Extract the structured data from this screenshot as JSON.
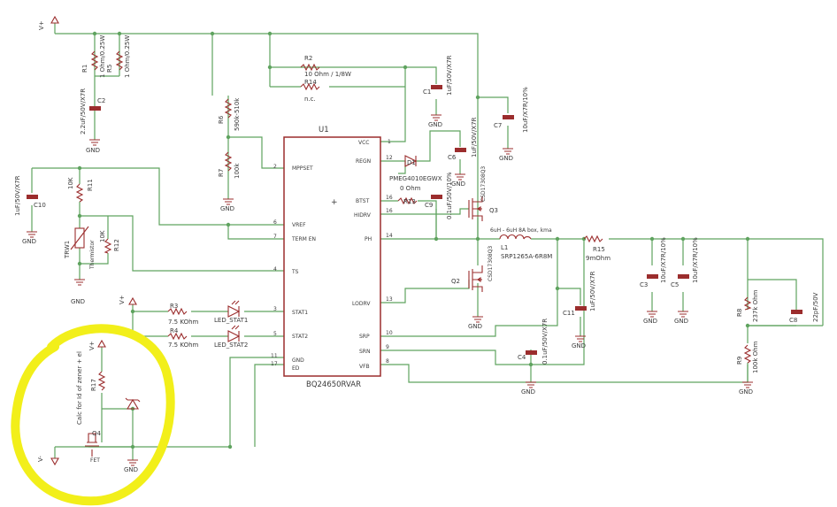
{
  "ic": {
    "ref": "U1",
    "part": "BQ24650RVAR",
    "left_pins": [
      {
        "name": "MPPSET",
        "num": "2"
      },
      {
        "name": "VREF",
        "num": "6"
      },
      {
        "name": "TERM EN",
        "num": "7"
      },
      {
        "name": "TS",
        "num": "4"
      },
      {
        "name": "STAT1",
        "num": "3"
      },
      {
        "name": "STAT2",
        "num": "5"
      },
      {
        "name": "GND",
        "num": "11"
      },
      {
        "name": "ED",
        "num": "17"
      }
    ],
    "right_pins": [
      {
        "name": "VCC",
        "num": "1"
      },
      {
        "name": "REGN",
        "num": "12"
      },
      {
        "name": "BTST",
        "num": "16"
      },
      {
        "name": "HIDRV",
        "num": "16"
      },
      {
        "name": "PH",
        "num": "14"
      },
      {
        "name": "LODRV",
        "num": "13"
      },
      {
        "name": "SRP",
        "num": "10"
      },
      {
        "name": "SRN",
        "num": "9"
      },
      {
        "name": "VFB",
        "num": "8"
      }
    ]
  },
  "rails": {
    "vplus": "V+",
    "vminus": "V-",
    "gnd": "GND"
  },
  "labels": {
    "r1": "R1",
    "r1v": "1 Ohm/0.25W",
    "r5": "R5",
    "r5v": "1 Ohm/0.25W",
    "c2": "C2",
    "c2v": "2.2uF/50V/X7R",
    "r2": "R2",
    "r2v": "10 Ohm / 1/8W",
    "r14": "R14",
    "r14v": "n.c.",
    "c1": "C1",
    "c1v": "1uF/50V/X7R",
    "r6": "R6",
    "r6v": "590k-510k",
    "r7": "R7",
    "r7v": "100k",
    "c7": "C7",
    "c7v": "10uF/X7R/10%",
    "d1": "D1",
    "d1v": "PMEG4010EGWX",
    "c6": "C6",
    "c6v": "1uF/50V/X7R",
    "r13": "R13",
    "r13v": "0 Ohm",
    "c9": "C9",
    "c9v": "0.1uF/50V/10%",
    "q3": "Q3",
    "q3v": "CSD17308Q3",
    "c10": "C10",
    "c10v": "1uF/50V/X7R",
    "r11": "R11",
    "r11v": "10K",
    "trw1": "TRW1",
    "trw1v": "Thermistor",
    "r12": "R12",
    "r12v": "10K",
    "l1": "L1",
    "l1v": "SRP1265A-6R8M",
    "l1d": "6uH - 6uH 8A box, kma",
    "r15": "R15",
    "r15v": "9mOhm",
    "q2": "Q2",
    "q2v": "CSD17308Q3",
    "c11": "C11",
    "c11v": "1uF/50V/X7R",
    "c4": "C4",
    "c4v": "0.1uF/50V/X7R",
    "c3": "C3",
    "c3v": "10uF/X7R/10%",
    "c5": "C5",
    "c5v": "10uF/X7R/10%",
    "r8": "R8",
    "r8v": "237k Ohm",
    "r9": "R9",
    "r9v": "100k Ohm",
    "c8": "C8",
    "c8v": "22pF/50V",
    "r3": "R3",
    "r3v": "7.5 KOhm",
    "r4": "R4",
    "r4v": "7.5 KOhm",
    "led1": "LED_STAT1",
    "led2": "LED_STAT2",
    "r17": "R17",
    "q4": "Q4",
    "q4v": "FET",
    "calc": "Calc for Id of zener + el"
  },
  "highlight_color": "#f2ef1a",
  "wire_color": "#5fa35f",
  "part_color": "#9b2d2d"
}
